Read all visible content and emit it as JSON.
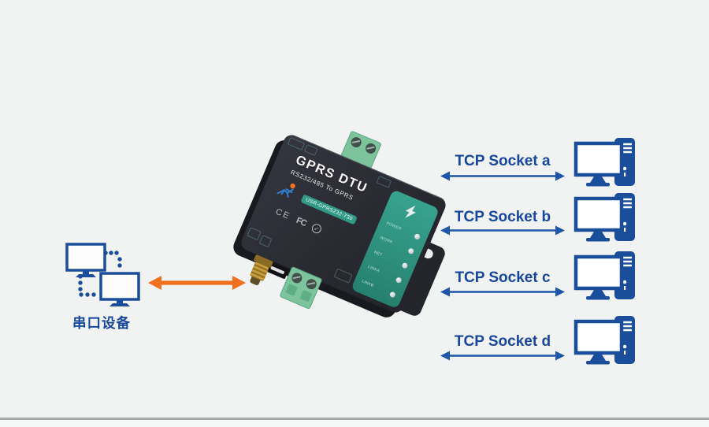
{
  "page": {
    "background": "#f1f2f2",
    "footer_rule_color": "#a9aaac"
  },
  "colors": {
    "brand_blue": "#1a4e9a",
    "label_blue": "#17479c",
    "arrow_blue": "#1d55a8",
    "orange": "#f0701d",
    "device_body": "#2b2b33",
    "device_panel_teal": "#2e9682",
    "terminal_green": "#7dc49c",
    "antenna_gold": "#b98a2f"
  },
  "serial_group": {
    "label": "串口设备"
  },
  "device": {
    "title": "GPRS DTU",
    "subtitle": "RS232/485 To GPRS",
    "model": "USR-GPRS232-730",
    "marks": {
      "ce": "CE",
      "fcc": "FC",
      "check": "✓"
    },
    "leds": [
      "POWER",
      "WORK",
      "NET",
      "LINKA",
      "LINKB"
    ]
  },
  "sockets": [
    {
      "label": "TCP Socket a"
    },
    {
      "label": "TCP Socket b"
    },
    {
      "label": "TCP Socket c"
    },
    {
      "label": "TCP Socket d"
    }
  ]
}
